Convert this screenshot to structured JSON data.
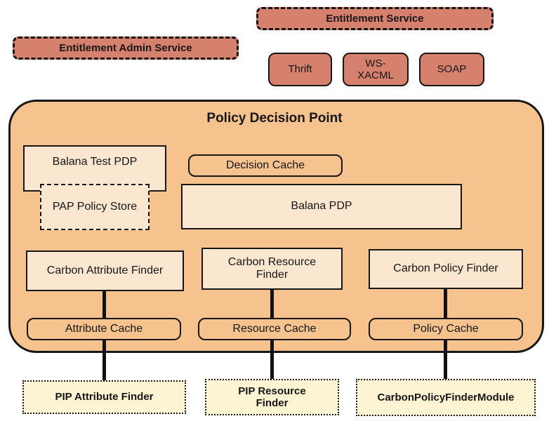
{
  "colors": {
    "salmon": "#d6806e",
    "orange": "#f6c28e",
    "cream": "#fbe7cf",
    "pale_yellow": "#fdf4d3",
    "line": "#111111"
  },
  "diagram": {
    "services": {
      "entitlement_service": "Entitlement Service",
      "entitlement_admin_service": "Entitlement Admin Service"
    },
    "protocols": [
      "Thrift",
      "WS-XACML",
      "SOAP"
    ],
    "pdp": {
      "title": "Policy Decision Point",
      "balana_test_pdp": "Balana Test PDP",
      "pap_policy_store": "PAP Policy Store",
      "decision_cache": "Decision Cache",
      "balana_pdp": "Balana PDP",
      "finders": [
        "Carbon Attribute Finder",
        "Carbon Resource Finder",
        "Carbon Policy Finder"
      ],
      "caches": [
        "Attribute Cache",
        "Resource Cache",
        "Policy Cache"
      ]
    },
    "pip_modules": [
      "PIP Attribute Finder",
      "PIP Resource Finder",
      "CarbonPolicyFinderModule"
    ]
  }
}
